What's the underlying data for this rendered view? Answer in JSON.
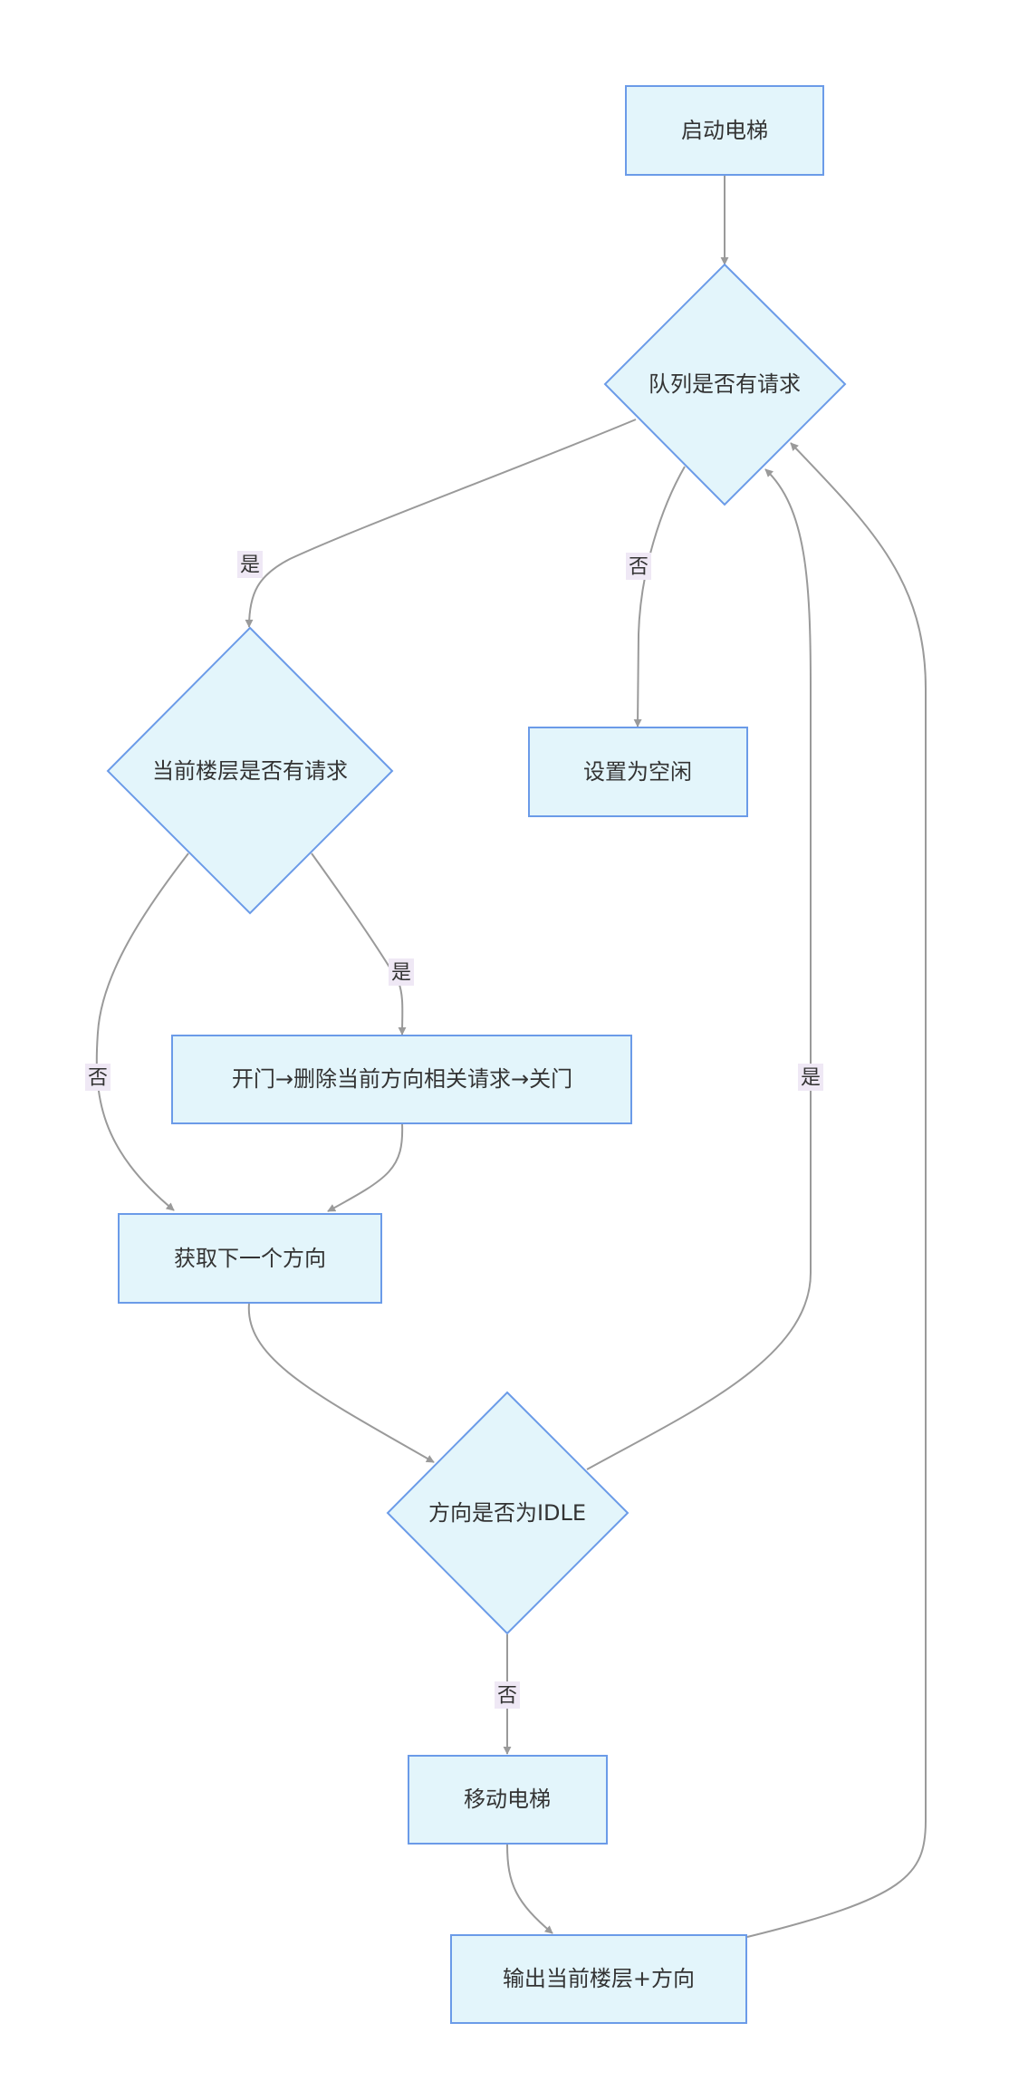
{
  "colors": {
    "node_fill": "#e3f5fb",
    "node_stroke": "#6b9be8",
    "edge": "#9a9a9a",
    "label_bg": "#efe8f5"
  },
  "nodes": {
    "start": "启动电梯",
    "queue_check": "队列是否有请求",
    "set_idle": "设置为空闲",
    "floor_check": "当前楼层是否有请求",
    "open_door": "开门→删除当前方向相关请求→关门",
    "get_direction": "获取下一个方向",
    "idle_check": "方向是否为IDLE",
    "move": "移动电梯",
    "output": "输出当前楼层+方向"
  },
  "edges": {
    "queue_yes": "是",
    "queue_no": "否",
    "floor_yes": "是",
    "floor_no": "否",
    "idle_yes": "是",
    "idle_no": "否"
  }
}
